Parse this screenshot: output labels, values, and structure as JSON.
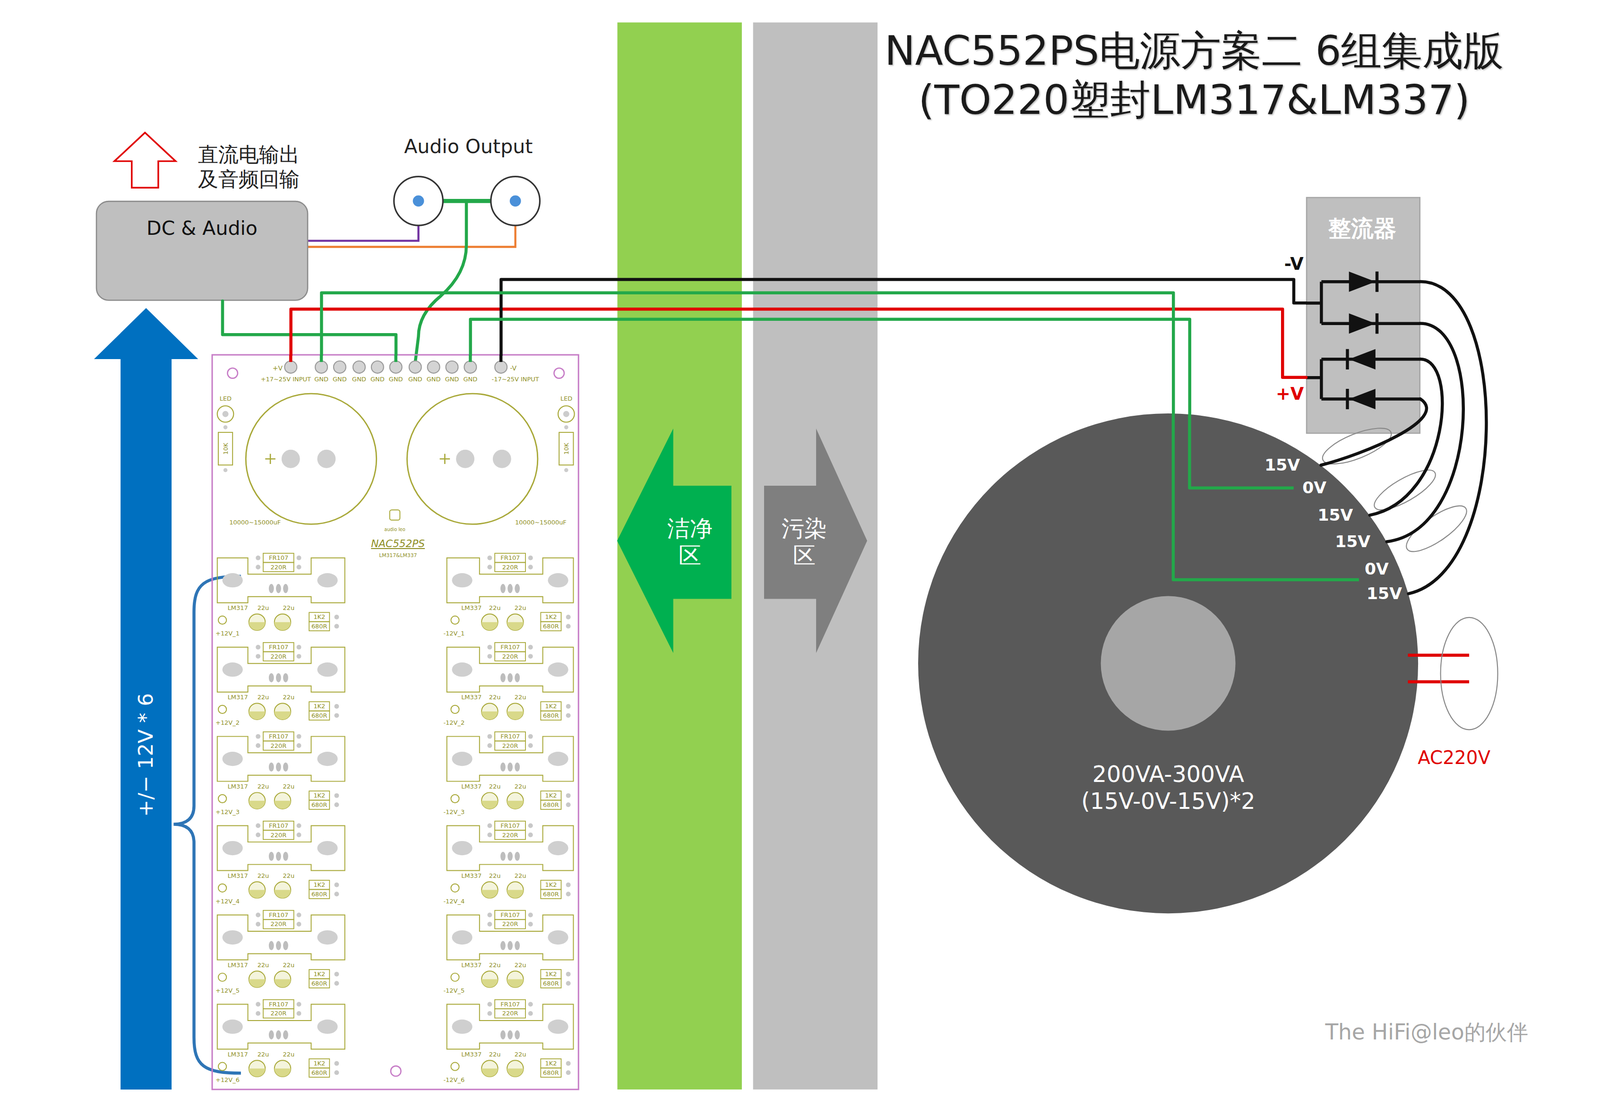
{
  "diagram": {
    "title": "NAC552PS电源方案二 6组集成版 (TO220塑封LM317&LM337)",
    "nodes": [
      {
        "text": [
          "DC & Audio"
        ]
      },
      {
        "text": [
          "NAC552PS",
          "LM317&LM337"
        ]
      },
      {
        "text": [
          "+/− 12V * 6"
        ]
      },
      {
        "text": [
          "洁净 区"
        ]
      },
      {
        "text": [
          "污染 区"
        ]
      },
      {
        "text": [
          "整流器"
        ]
      },
      {
        "text": [
          "200VA-300VA (15V-0V-15V)*2"
        ]
      }
    ],
    "edges": [
      {
        "from": 0,
        "to": 1,
        "arrow": "none"
      },
      {
        "from": 5,
        "to": 1,
        "arrow": "none"
      },
      {
        "from": 5,
        "to": 1,
        "arrow": "none"
      },
      {
        "from": 6,
        "to": 1,
        "arrow": "none"
      },
      {
        "from": 6,
        "to": 1,
        "arrow": "none"
      },
      {
        "from": 5,
        "to": 6,
        "arrow": "none"
      },
      {
        "from": 5,
        "to": 6,
        "arrow": "none"
      },
      {
        "from": 5,
        "to": 6,
        "arrow": "none"
      },
      {
        "from": 5,
        "to": 6,
        "arrow": "none"
      }
    ],
    "labels": [
      "直流电输出 及音频回输",
      "Audio Output",
      "-V",
      "+V",
      "15V",
      "0V",
      "15V",
      "15V",
      "0V",
      "15V",
      "AC220V",
      "The HiFi@leo的伙伴",
      "+V",
      "+17~25V INPUT",
      "GND",
      "GND",
      "GND",
      "GND",
      "GND",
      "GND",
      "GND",
      "GND",
      "GND",
      "-V",
      "-17~25V INPUT",
      "LED",
      "10K",
      "LED",
      "10K",
      "10000~15000uF",
      "10000~15000uF",
      "audio leo",
      "FR107",
      "220R",
      "LM317",
      "22u",
      "22u",
      "1K2",
      "680R",
      "+12V_1",
      "FR107",
      "220R",
      "LM317",
      "22u",
      "22u",
      "1K2",
      "680R",
      "+12V_2",
      "FR107",
      "220R",
      "LM317",
      "22u",
      "22u",
      "1K2",
      "680R",
      "+12V_3",
      "FR107",
      "220R",
      "LM317",
      "22u",
      "22u",
      "1K2",
      "680R",
      "+12V_4",
      "FR107",
      "220R",
      "LM317",
      "22u",
      "22u",
      "1K2",
      "680R",
      "+12V_5",
      "FR107",
      "220R",
      "LM317",
      "22u",
      "22u",
      "1K2",
      "680R",
      "+12V_6",
      "FR107",
      "220R",
      "LM337",
      "22u",
      "22u",
      "1K2",
      "680R",
      "-12V_1",
      "FR107",
      "220R",
      "LM337",
      "22u",
      "22u",
      "1K2",
      "680R",
      "-12V_2",
      "FR107",
      "220R",
      "LM337",
      "22u",
      "22u",
      "1K2",
      "680R",
      "-12V_3",
      "FR107",
      "220R",
      "LM337",
      "22u",
      "22u",
      "1K2",
      "680R",
      "-12V_4",
      "FR107",
      "220R",
      "LM337",
      "22u",
      "22u",
      "1K2",
      "680R",
      "-12V_5",
      "FR107",
      "220R",
      "LM337",
      "22u",
      "22u",
      "1K2",
      "680R",
      "-12V_6"
    ]
  }
}
